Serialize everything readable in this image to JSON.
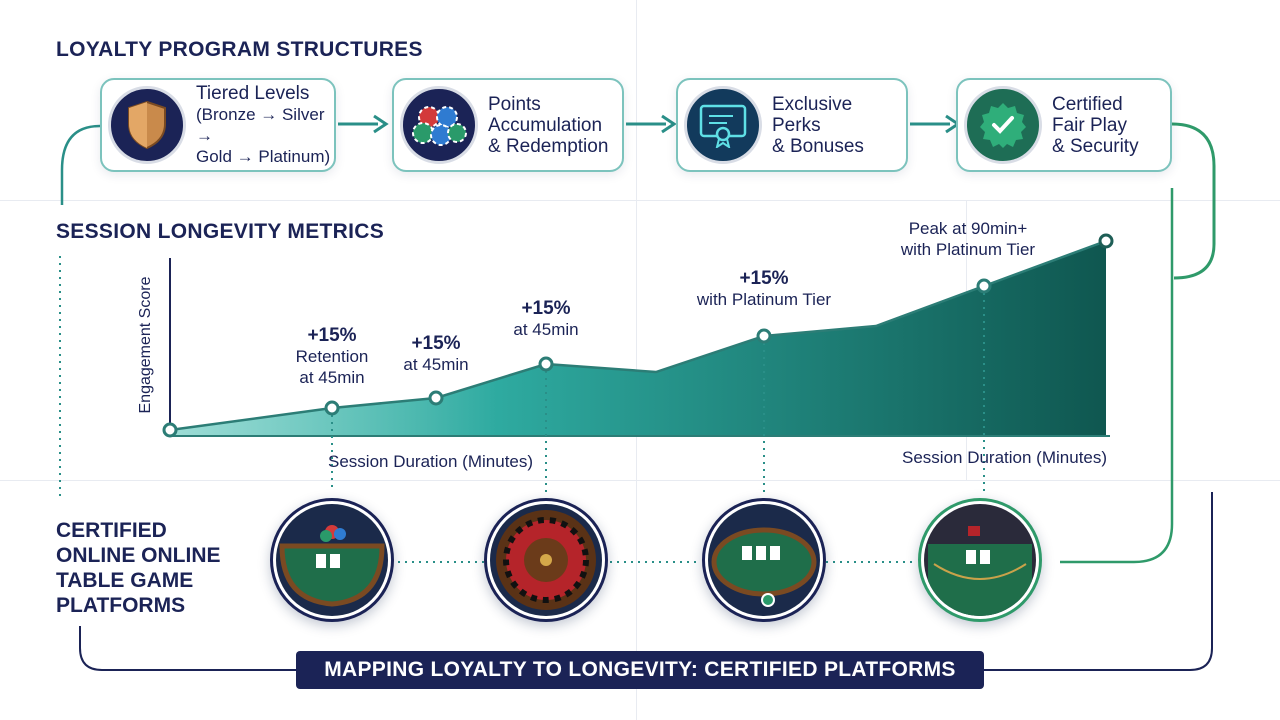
{
  "sections": {
    "loyalty_title": "LOYALTY PROGRAM STRUCTURES",
    "metrics_title": "SESSION LONGEVITY METRICS",
    "platforms_title_lines": [
      "CERTIFIED",
      "ONLINE ONLINE",
      "TABLE GAME",
      "PLATFORMS"
    ]
  },
  "cards": [
    {
      "icon": "shield-icon",
      "lines": [
        "Tiered Levels"
      ],
      "sub_lines": [
        "(Bronze → Silver →",
        "Gold → Platinum)"
      ]
    },
    {
      "icon": "poker-chips-icon",
      "lines": [
        "Points",
        "Accumulation",
        "& Redemption"
      ],
      "sub_lines": []
    },
    {
      "icon": "certificate-icon",
      "lines": [
        "Exclusive Perks",
        "& Bonuses"
      ],
      "sub_lines": []
    },
    {
      "icon": "check-badge-icon",
      "lines": [
        "Certified",
        "Fair Play",
        "& Security"
      ],
      "sub_lines": []
    }
  ],
  "chart_data": {
    "type": "area",
    "ylabel": "Engagement Score",
    "xlabels": [
      "Session Duration (Minutes)",
      "Session Duration (Minutes)"
    ],
    "annotations": [
      {
        "bold": "+15%",
        "lines": [
          "Retention",
          "at 45min"
        ]
      },
      {
        "bold": "+15%",
        "lines": [
          "at 45min"
        ]
      },
      {
        "bold": "+15%",
        "lines": [
          "at 45min"
        ]
      },
      {
        "bold": "+15%",
        "lines": [
          "with Platinum Tier"
        ]
      },
      {
        "bold": "",
        "lines": [
          "Peak at 90min+",
          "with Platinum Tier"
        ]
      }
    ],
    "colors": {
      "start": "#3fb3aa",
      "end": "#0f5750",
      "line": "#2c7d76"
    }
  },
  "platforms": [
    {
      "name": "blackjack-table"
    },
    {
      "name": "roulette-wheel"
    },
    {
      "name": "poker-table"
    },
    {
      "name": "baccarat-table"
    }
  ],
  "footer": {
    "banner": "MAPPING LOYALTY TO LONGEVITY: CERTIFIED PLATFORMS"
  },
  "colors": {
    "navy": "#1b2356",
    "teal": "#2a8f88",
    "green": "#2f9a6a"
  }
}
